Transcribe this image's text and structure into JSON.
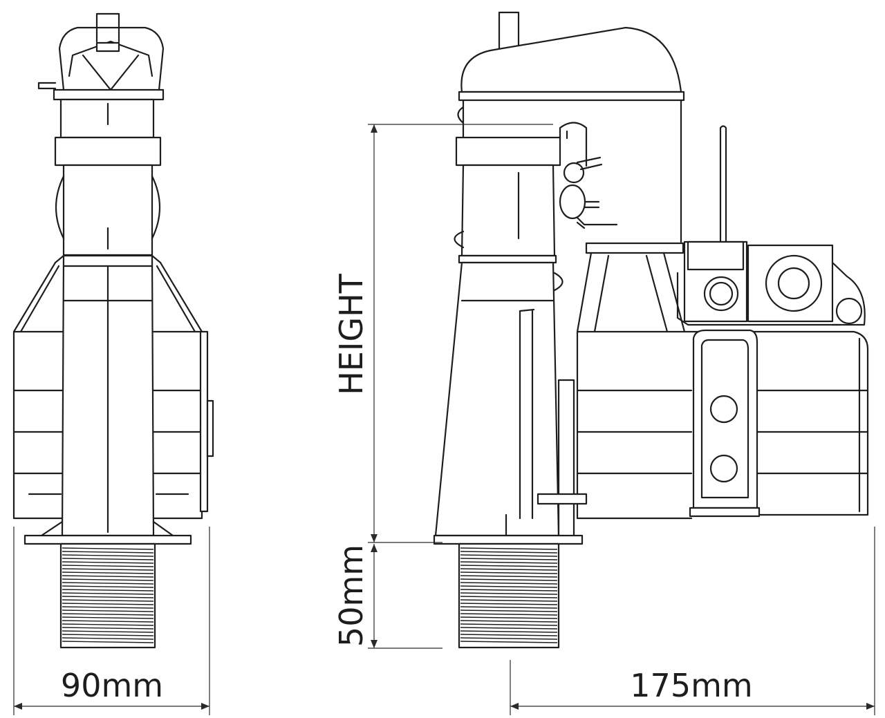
{
  "dimensions": {
    "width_label": "90mm",
    "depth_label": "175mm",
    "height_label": "HEIGHT",
    "thread_label": "50mm"
  },
  "colors": {
    "line": "#1d1d1d",
    "background": "#ffffff"
  }
}
